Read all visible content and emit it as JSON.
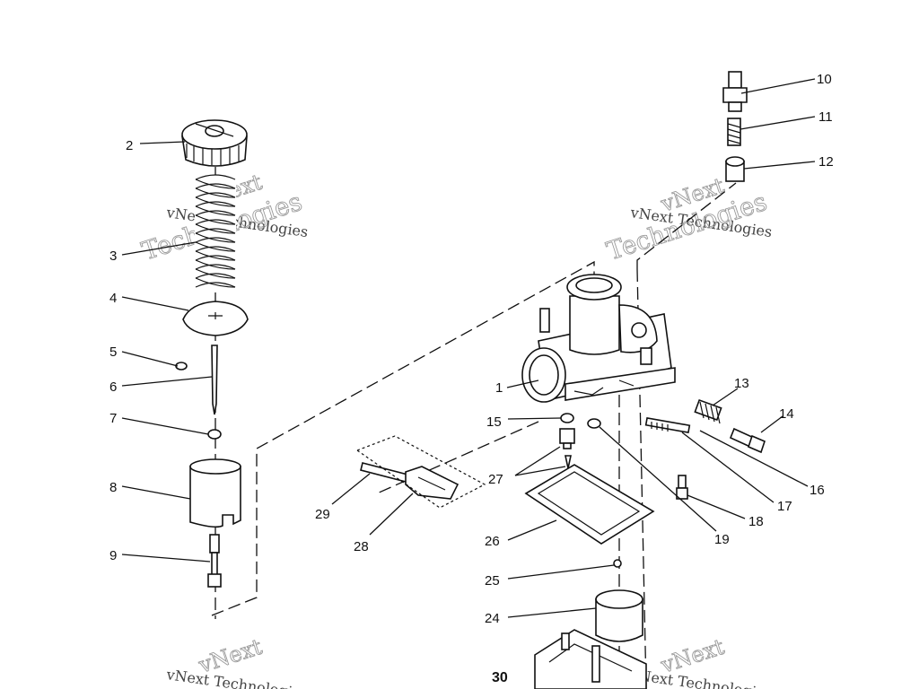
{
  "diagram": {
    "callouts": [
      {
        "id": "c1",
        "text": "1"
      },
      {
        "id": "c2",
        "text": "2"
      },
      {
        "id": "c3",
        "text": "3"
      },
      {
        "id": "c4",
        "text": "4"
      },
      {
        "id": "c5",
        "text": "5"
      },
      {
        "id": "c6",
        "text": "6"
      },
      {
        "id": "c7",
        "text": "7"
      },
      {
        "id": "c8",
        "text": "8"
      },
      {
        "id": "c9",
        "text": "9"
      },
      {
        "id": "c10",
        "text": "10"
      },
      {
        "id": "c11",
        "text": "11"
      },
      {
        "id": "c12",
        "text": "12"
      },
      {
        "id": "c13",
        "text": "13"
      },
      {
        "id": "c14",
        "text": "14"
      },
      {
        "id": "c15",
        "text": "15"
      },
      {
        "id": "c16",
        "text": "16"
      },
      {
        "id": "c17",
        "text": "17"
      },
      {
        "id": "c18",
        "text": "18"
      },
      {
        "id": "c19",
        "text": "19"
      },
      {
        "id": "c24",
        "text": "24"
      },
      {
        "id": "c25",
        "text": "25"
      },
      {
        "id": "c26",
        "text": "26"
      },
      {
        "id": "c27",
        "text": "27"
      },
      {
        "id": "c28",
        "text": "28"
      },
      {
        "id": "c29",
        "text": "29"
      },
      {
        "id": "c30",
        "text": "30"
      }
    ]
  },
  "watermark": {
    "line1": "vNext",
    "line2": "vNext Technologies",
    "line3": "Technologies"
  }
}
